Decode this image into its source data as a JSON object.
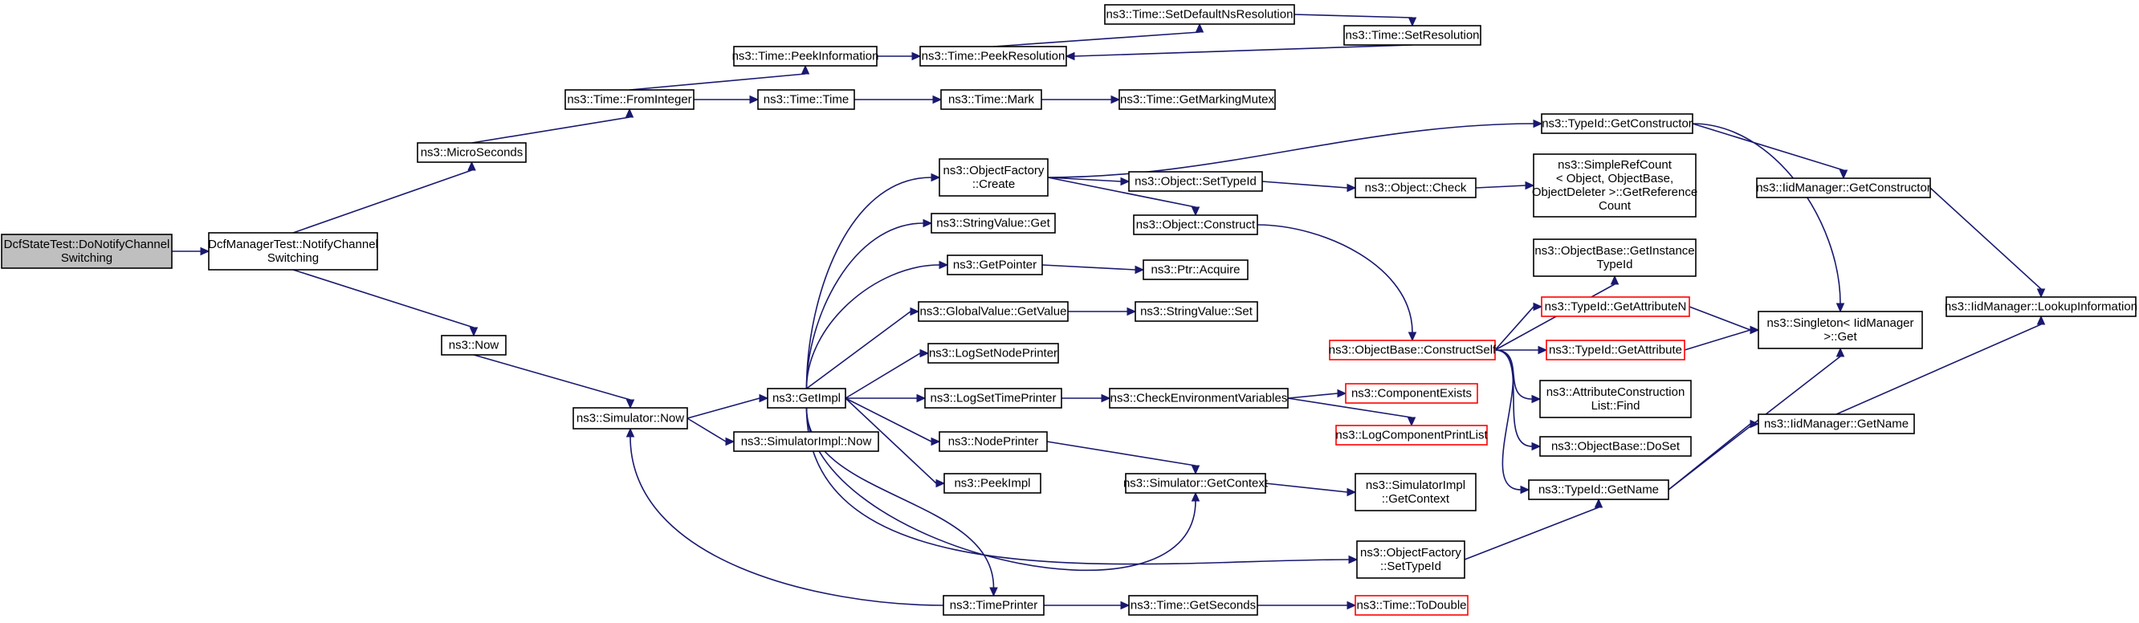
{
  "nodes": [
    {
      "id": "root",
      "lines": [
        "DcfStateTest::DoNotifyChannel",
        "Switching"
      ],
      "style": "root"
    },
    {
      "id": "dcfmgr",
      "lines": [
        "DcfManagerTest::NotifyChannel",
        "Switching"
      ]
    },
    {
      "id": "micro",
      "lines": [
        "ns3::MicroSeconds"
      ]
    },
    {
      "id": "now",
      "lines": [
        "ns3::Now"
      ]
    },
    {
      "id": "fromint",
      "lines": [
        "ns3::Time::FromInteger"
      ]
    },
    {
      "id": "simnow",
      "lines": [
        "ns3::Simulator::Now"
      ]
    },
    {
      "id": "peekinfo",
      "lines": [
        "ns3::Time::PeekInformation"
      ]
    },
    {
      "id": "timetime",
      "lines": [
        "ns3::Time::Time"
      ]
    },
    {
      "id": "getimpl",
      "lines": [
        "ns3::GetImpl"
      ]
    },
    {
      "id": "simimplnow",
      "lines": [
        "ns3::SimulatorImpl::Now"
      ]
    },
    {
      "id": "timeprinter",
      "lines": [
        "ns3::TimePrinter"
      ]
    },
    {
      "id": "peekres",
      "lines": [
        "ns3::Time::PeekResolution"
      ]
    },
    {
      "id": "mark",
      "lines": [
        "ns3::Time::Mark"
      ]
    },
    {
      "id": "ofcreate",
      "lines": [
        "ns3::ObjectFactory",
        "::Create"
      ]
    },
    {
      "id": "strget",
      "lines": [
        "ns3::StringValue::Get"
      ]
    },
    {
      "id": "getptr",
      "lines": [
        "ns3::GetPointer"
      ]
    },
    {
      "id": "gvget",
      "lines": [
        "ns3::GlobalValue::GetValue"
      ]
    },
    {
      "id": "lognode",
      "lines": [
        "ns3::LogSetNodePrinter"
      ]
    },
    {
      "id": "logtime",
      "lines": [
        "ns3::LogSetTimePrinter"
      ]
    },
    {
      "id": "nodeprinter",
      "lines": [
        "ns3::NodePrinter"
      ]
    },
    {
      "id": "peekimpl",
      "lines": [
        "ns3::PeekImpl"
      ]
    },
    {
      "id": "getseconds",
      "lines": [
        "ns3::Time::GetSeconds"
      ]
    },
    {
      "id": "setdefns",
      "lines": [
        "ns3::Time::SetDefaultNsResolution"
      ]
    },
    {
      "id": "setres",
      "lines": [
        "ns3::Time::SetResolution"
      ]
    },
    {
      "id": "getmutex",
      "lines": [
        "ns3::Time::GetMarkingMutex"
      ]
    },
    {
      "id": "settypeid",
      "lines": [
        "ns3::Object::SetTypeId"
      ]
    },
    {
      "id": "construct",
      "lines": [
        "ns3::Object::Construct"
      ]
    },
    {
      "id": "acquire",
      "lines": [
        "ns3::Ptr::Acquire"
      ]
    },
    {
      "id": "strset",
      "lines": [
        "ns3::StringValue::Set"
      ]
    },
    {
      "id": "checkenv",
      "lines": [
        "ns3::CheckEnvironmentVariables"
      ]
    },
    {
      "id": "getcontext",
      "lines": [
        "ns3::Simulator::GetContext"
      ]
    },
    {
      "id": "ofsettype",
      "lines": [
        "ns3::ObjectFactory",
        "::SetTypeId"
      ]
    },
    {
      "id": "todouble",
      "lines": [
        "ns3::Time::ToDouble"
      ],
      "style": "trunc"
    },
    {
      "id": "getctor",
      "lines": [
        "ns3::TypeId::GetConstructor"
      ]
    },
    {
      "id": "objcheck",
      "lines": [
        "ns3::Object::Check"
      ]
    },
    {
      "id": "constructself",
      "lines": [
        "ns3::ObjectBase::ConstructSelf"
      ],
      "style": "trunc"
    },
    {
      "id": "compexists",
      "lines": [
        "ns3::ComponentExists"
      ],
      "style": "trunc"
    },
    {
      "id": "logcomp",
      "lines": [
        "ns3::LogComponentPrintList"
      ],
      "style": "trunc"
    },
    {
      "id": "simimplctx",
      "lines": [
        "ns3::SimulatorImpl",
        "::GetContext"
      ]
    },
    {
      "id": "simplerefcount",
      "lines": [
        "ns3::SimpleRefCount",
        "< Object, ObjectBase,",
        "ObjectDeleter >::GetReference",
        "Count"
      ]
    },
    {
      "id": "getinsttid",
      "lines": [
        "ns3::ObjectBase::GetInstance",
        "TypeId"
      ]
    },
    {
      "id": "getattrn",
      "lines": [
        "ns3::TypeId::GetAttributeN"
      ],
      "style": "trunc"
    },
    {
      "id": "getattr",
      "lines": [
        "ns3::TypeId::GetAttribute"
      ],
      "style": "trunc"
    },
    {
      "id": "attrfind",
      "lines": [
        "ns3::AttributeConstruction",
        "List::Find"
      ]
    },
    {
      "id": "doset",
      "lines": [
        "ns3::ObjectBase::DoSet"
      ]
    },
    {
      "id": "getname",
      "lines": [
        "ns3::TypeId::GetName"
      ]
    },
    {
      "id": "iidgetctor",
      "lines": [
        "ns3::IidManager::GetConstructor"
      ]
    },
    {
      "id": "singleton",
      "lines": [
        "ns3::Singleton< IidManager",
        ">::Get"
      ]
    },
    {
      "id": "iidgetname",
      "lines": [
        "ns3::IidManager::GetName"
      ]
    },
    {
      "id": "lookup",
      "lines": [
        "ns3::IidManager::LookupInformation"
      ]
    }
  ]
}
